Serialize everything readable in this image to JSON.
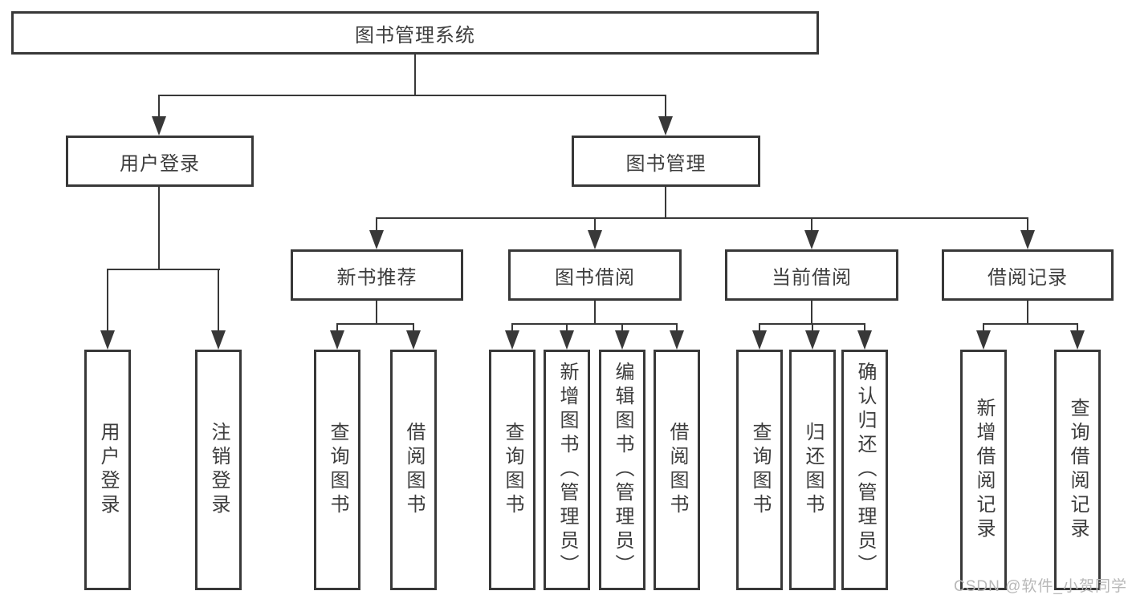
{
  "diagram": {
    "title": "图书管理系统",
    "root": "图书管理系统",
    "branches": {
      "user_login": {
        "label": "用户登录",
        "children": [
          "用户登录",
          "注销登录"
        ]
      },
      "book_management": {
        "label": "图书管理",
        "sections": [
          {
            "label": "新书推荐",
            "children": [
              "查询图书",
              "借阅图书"
            ]
          },
          {
            "label": "图书借阅",
            "children": [
              "查询图书",
              "新增图书（管理员）",
              "编辑图书（管理员）",
              "借阅图书"
            ]
          },
          {
            "label": "当前借阅",
            "children": [
              "查询图书",
              "归还图书",
              "确认归还（管理员）"
            ]
          },
          {
            "label": "借阅记录",
            "children": [
              "新增借阅记录",
              "查询借阅记录"
            ]
          }
        ]
      }
    }
  },
  "watermark": "CSDN @软件_小贺同学",
  "colors": {
    "line": "#383838",
    "text": "#3d3d3d",
    "background": "#ffffff",
    "watermark": "#b8b8b8"
  }
}
